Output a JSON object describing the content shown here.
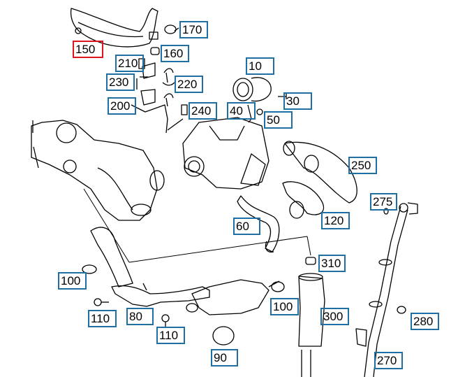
{
  "diagram": {
    "selected_part": "150",
    "colors": {
      "callout_border": "#1f6fa3",
      "selected_border": "#e0141e",
      "line_art": "#000000"
    },
    "callouts": [
      {
        "id": "c150",
        "label": "150",
        "selected": true
      },
      {
        "id": "c170",
        "label": "170"
      },
      {
        "id": "c160",
        "label": "160"
      },
      {
        "id": "c210",
        "label": "210"
      },
      {
        "id": "c230",
        "label": "230"
      },
      {
        "id": "c220",
        "label": "220"
      },
      {
        "id": "c200",
        "label": "200"
      },
      {
        "id": "c240",
        "label": "240"
      },
      {
        "id": "c10",
        "label": "10"
      },
      {
        "id": "c30",
        "label": "30"
      },
      {
        "id": "c40",
        "label": "40"
      },
      {
        "id": "c50",
        "label": "50"
      },
      {
        "id": "c250",
        "label": "250"
      },
      {
        "id": "c275",
        "label": "275"
      },
      {
        "id": "c60",
        "label": "60"
      },
      {
        "id": "c120",
        "label": "120"
      },
      {
        "id": "c310",
        "label": "310"
      },
      {
        "id": "c100a",
        "label": "100"
      },
      {
        "id": "c100b",
        "label": "100"
      },
      {
        "id": "c110a",
        "label": "110"
      },
      {
        "id": "c80",
        "label": "80"
      },
      {
        "id": "c110b",
        "label": "110"
      },
      {
        "id": "c300",
        "label": "300"
      },
      {
        "id": "c280",
        "label": "280"
      },
      {
        "id": "c90",
        "label": "90"
      },
      {
        "id": "c270",
        "label": "270"
      }
    ]
  }
}
